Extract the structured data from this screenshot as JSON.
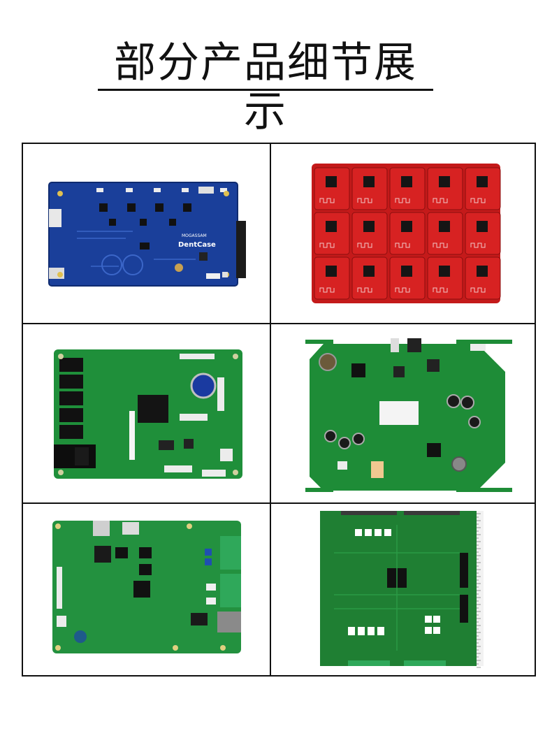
{
  "title": "部分产品细节展示",
  "boards": [
    {
      "id": "blue-board",
      "color": "#1a3f9a",
      "silkscreen": [
        "MOGASSAM",
        "DentCase"
      ]
    },
    {
      "id": "red-panel",
      "color": "#c41a1a"
    },
    {
      "id": "green-board-1",
      "color": "#1f8f3a"
    },
    {
      "id": "green-board-2",
      "color": "#1e8c37"
    },
    {
      "id": "green-board-3",
      "color": "#23913f"
    },
    {
      "id": "green-board-4",
      "color": "#1f7f33"
    }
  ]
}
